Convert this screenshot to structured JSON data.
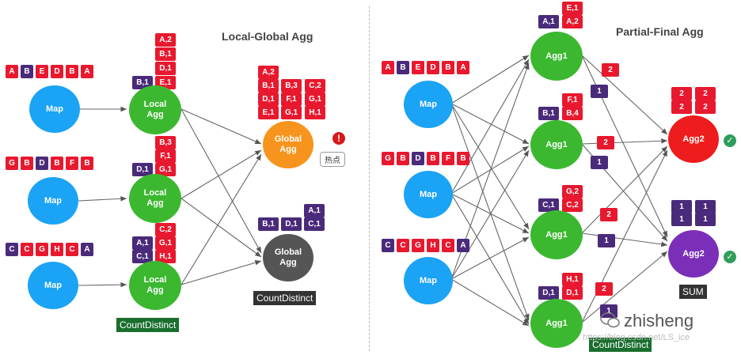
{
  "left": {
    "title": "Local-Global Agg",
    "map_label": "Map",
    "local_agg_label": [
      "Local",
      "Agg"
    ],
    "global_agg_label": [
      "Global",
      "Agg"
    ],
    "map1_keys": [
      "A",
      "B",
      "E",
      "D",
      "B",
      "A"
    ],
    "map2_keys": [
      "G",
      "B",
      "D",
      "B",
      "F",
      "B"
    ],
    "map3_keys": [
      "C",
      "C",
      "G",
      "H",
      "C",
      "A"
    ],
    "local1_stack": [
      "A,2",
      "B,1",
      "D,1",
      "B,1",
      "E,1"
    ],
    "local2_stack": [
      "B,3",
      "F,1",
      "D,1",
      "G,1"
    ],
    "local3_stack": [
      "C,2",
      "A,1",
      "G,1",
      "C,1",
      "H,1"
    ],
    "global1_grid": [
      "A,2",
      "B,1",
      "B,3",
      "C,2",
      "D,1",
      "F,1",
      "G,1",
      "E,1",
      "G,1",
      "H,1"
    ],
    "global2_grid": [
      "A,1",
      "B,1",
      "D,1",
      "C,1"
    ],
    "hotspot_label": "热点",
    "hotspot_mark": "!",
    "countdistinct_left": "CountDistinct",
    "countdistinct_right": "CountDistinct"
  },
  "right": {
    "title": "Partial-Final Agg",
    "map_label": "Map",
    "agg1_label": "Agg1",
    "agg2_label": "Agg2",
    "map1_keys": [
      "A",
      "B",
      "E",
      "D",
      "B",
      "A"
    ],
    "map2_keys": [
      "G",
      "B",
      "D",
      "B",
      "F",
      "B"
    ],
    "map3_keys": [
      "C",
      "C",
      "G",
      "H",
      "C",
      "A"
    ],
    "agg1_1_labels": [
      "E,1",
      "A,1",
      "A,2"
    ],
    "agg1_2_labels": [
      "F,1",
      "B,1",
      "B,4"
    ],
    "agg1_3_labels": [
      "G,2",
      "C,1",
      "C,2"
    ],
    "agg1_4_labels": [
      "H,1",
      "D,1",
      "D,1"
    ],
    "partial_counts": [
      "2",
      "1",
      "2",
      "1",
      "2",
      "1",
      "2",
      "1"
    ],
    "agg2_red_grid": [
      "2",
      "2",
      "2",
      "2"
    ],
    "agg2_pur_grid": [
      "1",
      "1",
      "1",
      "1"
    ],
    "sum_label": "SUM",
    "countdistinct_label": "CountDistinct",
    "check_mark": "✓"
  },
  "watermark": {
    "brand": "zhisheng",
    "url": "https://blog.csdn.net/LS_ice"
  },
  "colors": {
    "red": "#e8182e",
    "purple": "#4a2a7a",
    "map_blue": "#1ba3f5",
    "agg_green": "#3bb830",
    "global_orange": "#f7941d",
    "global_gray": "#555555",
    "agg2_red": "#ee1c1c",
    "agg2_purple": "#7b2fb8"
  }
}
